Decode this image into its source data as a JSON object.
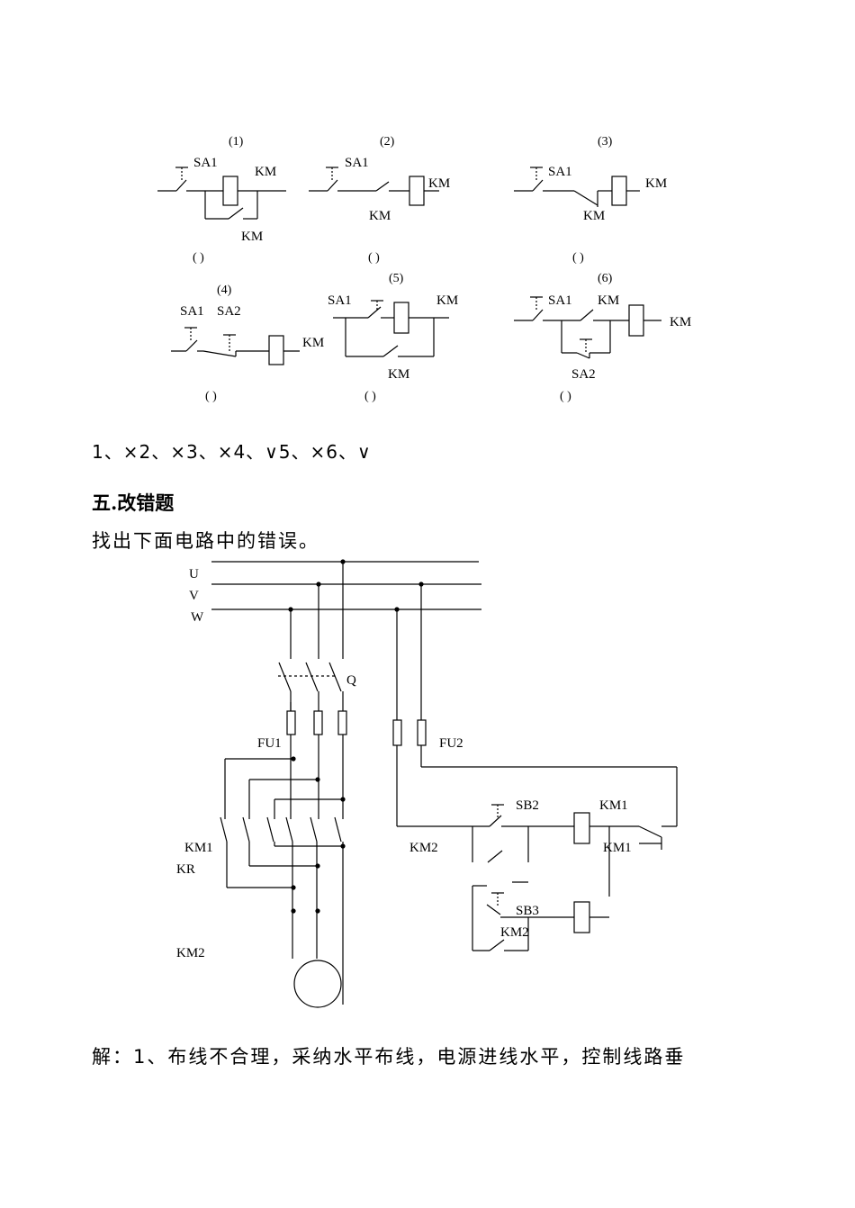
{
  "diagrams": [
    {
      "num": "(1)",
      "labels": [
        "SA1",
        "KM",
        "KM"
      ],
      "paren": "(          )"
    },
    {
      "num": "(2)",
      "labels": [
        "SA1",
        "KM",
        "KM"
      ],
      "paren": "(          )"
    },
    {
      "num": "(3)",
      "labels": [
        "SA1",
        "KM",
        "KM"
      ],
      "paren": "(          )"
    },
    {
      "num": "(4)",
      "labels": [
        "SA1",
        "SA2",
        "KM"
      ],
      "paren": "(          )"
    },
    {
      "num": "(5)",
      "labels": [
        "SA1",
        "KM",
        "KM"
      ],
      "paren": "(          )"
    },
    {
      "num": "(6)",
      "labels": [
        "SA1",
        "KM",
        "KM",
        "SA2"
      ],
      "paren": "(          )"
    }
  ],
  "answers": "1、×2、×3、×4、∨5、×6、∨",
  "section_heading": "五.改错题",
  "intro": "找出下面电路中的错误。",
  "circuit_labels": {
    "U": "U",
    "V": "V",
    "W": "W",
    "Q": "Q",
    "FU1": "FU1",
    "FU2": "FU2",
    "KM1_main": "KM1",
    "KR": "KR",
    "KM2_main": "KM2",
    "KM2_ctrl": "KM2",
    "SB2": "SB2",
    "KM1_coil": "KM1",
    "KM1_contact": "KM1",
    "SB3": "SB3",
    "KM2_contact": "KM2"
  },
  "solution": "解：1、布线不合理，采纳水平布线，电源进线水平，控制线路垂"
}
